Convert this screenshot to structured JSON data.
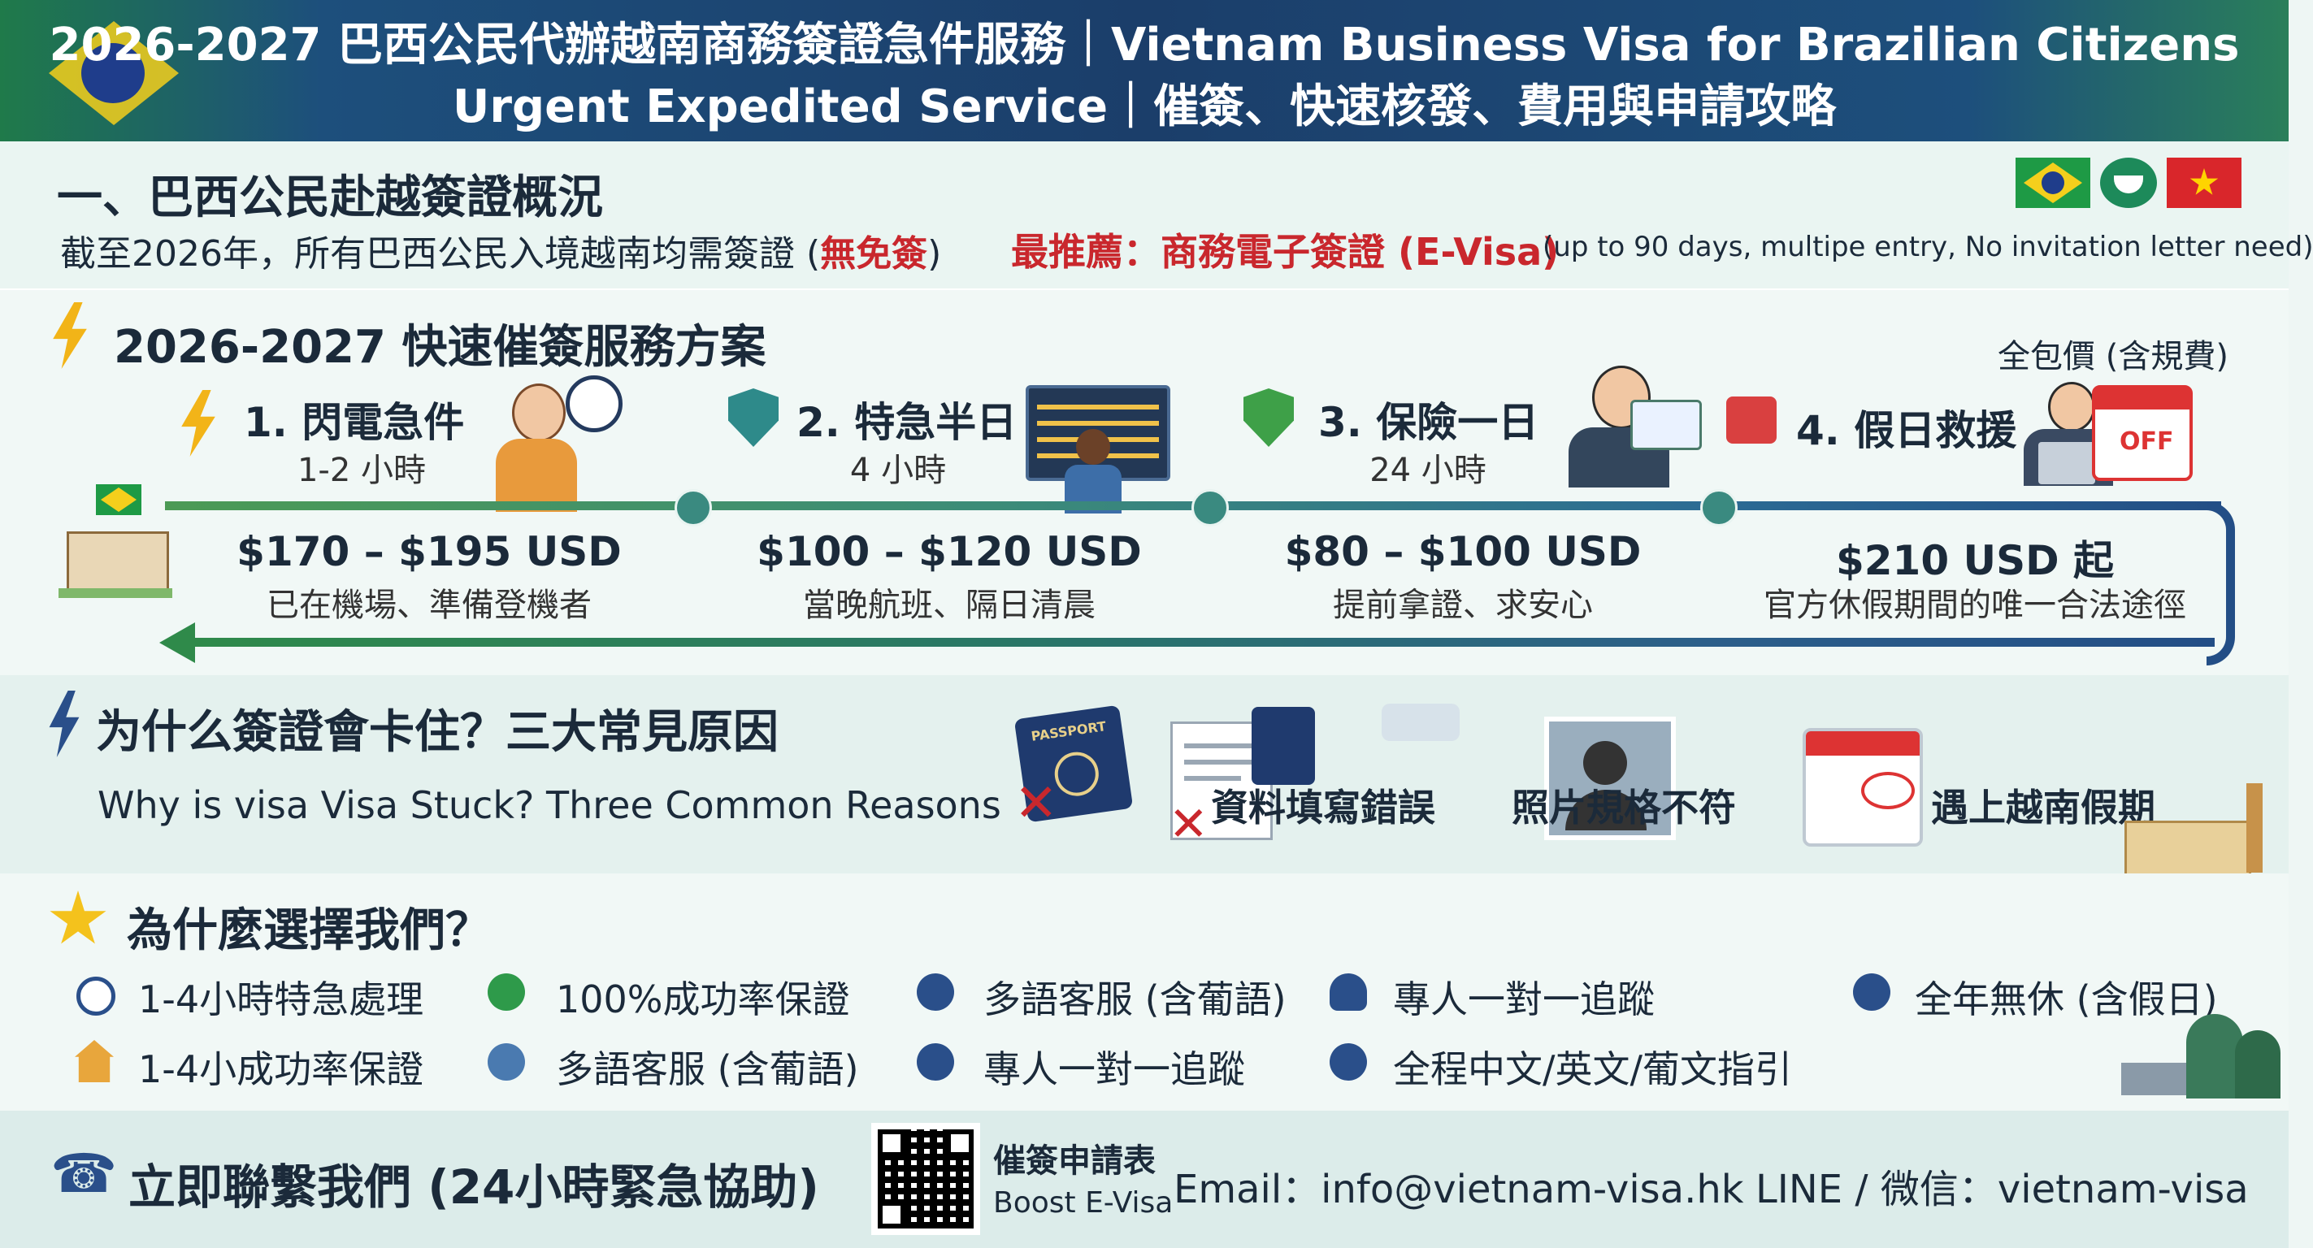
{
  "header": {
    "line1": "2026-2027 巴西公民代辦越南商務簽證急件服務｜Vietnam Business Visa for Brazilian Citizens",
    "line2": "Urgent Expedited Service｜催簽、快速核發、費用與申請攻略"
  },
  "overview": {
    "title": "一、巴西公民赴越簽證概況",
    "text_a": "截至2026年，所有巴西公民入境越南均需簽證 (",
    "text_red": "無免簽",
    "text_b": ")",
    "rec_label": "最推薦：商務電子簽證 (E-Visa)",
    "rec_note": "(up to 90 days, multipe entry, No invitation letter need)"
  },
  "plans": {
    "title": "2026-2027 快速催簽服務方案",
    "all_inclusive": "全包價 (含規費)",
    "items": [
      {
        "title": "1. 閃電急件",
        "time": "1-2 小時",
        "price": "$170 – $195 USD",
        "note": "已在機場、準備登機者"
      },
      {
        "title": "2. 特急半日",
        "time": "4 小時",
        "price": "$100 – $120 USD",
        "note": "當晚航班、隔日清晨"
      },
      {
        "title": "3. 保險一日",
        "time": "24 小時",
        "price": "$80 – $100 USD",
        "note": "提前拿證、求安心"
      },
      {
        "title": "4. 假日救援",
        "time": "",
        "price": "$210 USD 起",
        "note": "官方休假期間的唯一合法途徑"
      }
    ],
    "off_label": "OFF"
  },
  "reasons": {
    "title": "为什么簽證會卡住？三大常見原因",
    "subtitle": "Why is visa Visa Stuck? Three Common Reasons",
    "passport_label": "PASSPORT",
    "items": [
      "資料填寫錯誤",
      "照片規格不符",
      "遇上越南假期"
    ]
  },
  "why": {
    "title": "為什麼選擇我們？",
    "row1": [
      "1-4小時特急處理",
      "100%成功率保證",
      "多語客服 (含葡語)",
      "專人一對一追蹤",
      "全年無休 (含假日)"
    ],
    "row2": [
      "1-4小成功率保證",
      "多語客服 (含葡語)",
      "專人一對一追蹤",
      "全程中文/英文/葡文指引"
    ]
  },
  "contact": {
    "title": "立即聯繫我們 (24小時緊急協助)",
    "qr_title": "催簽申請表",
    "qr_sub": "Boost E-Visa",
    "email": "Email：info@vietnam-visa.hk",
    "line": "LINE / 微信：vietnam-visa"
  },
  "colors": {
    "header": "#1b3e6a",
    "accent_red": "#c9272d",
    "green": "#2f8a4a",
    "navy": "#234e86"
  }
}
